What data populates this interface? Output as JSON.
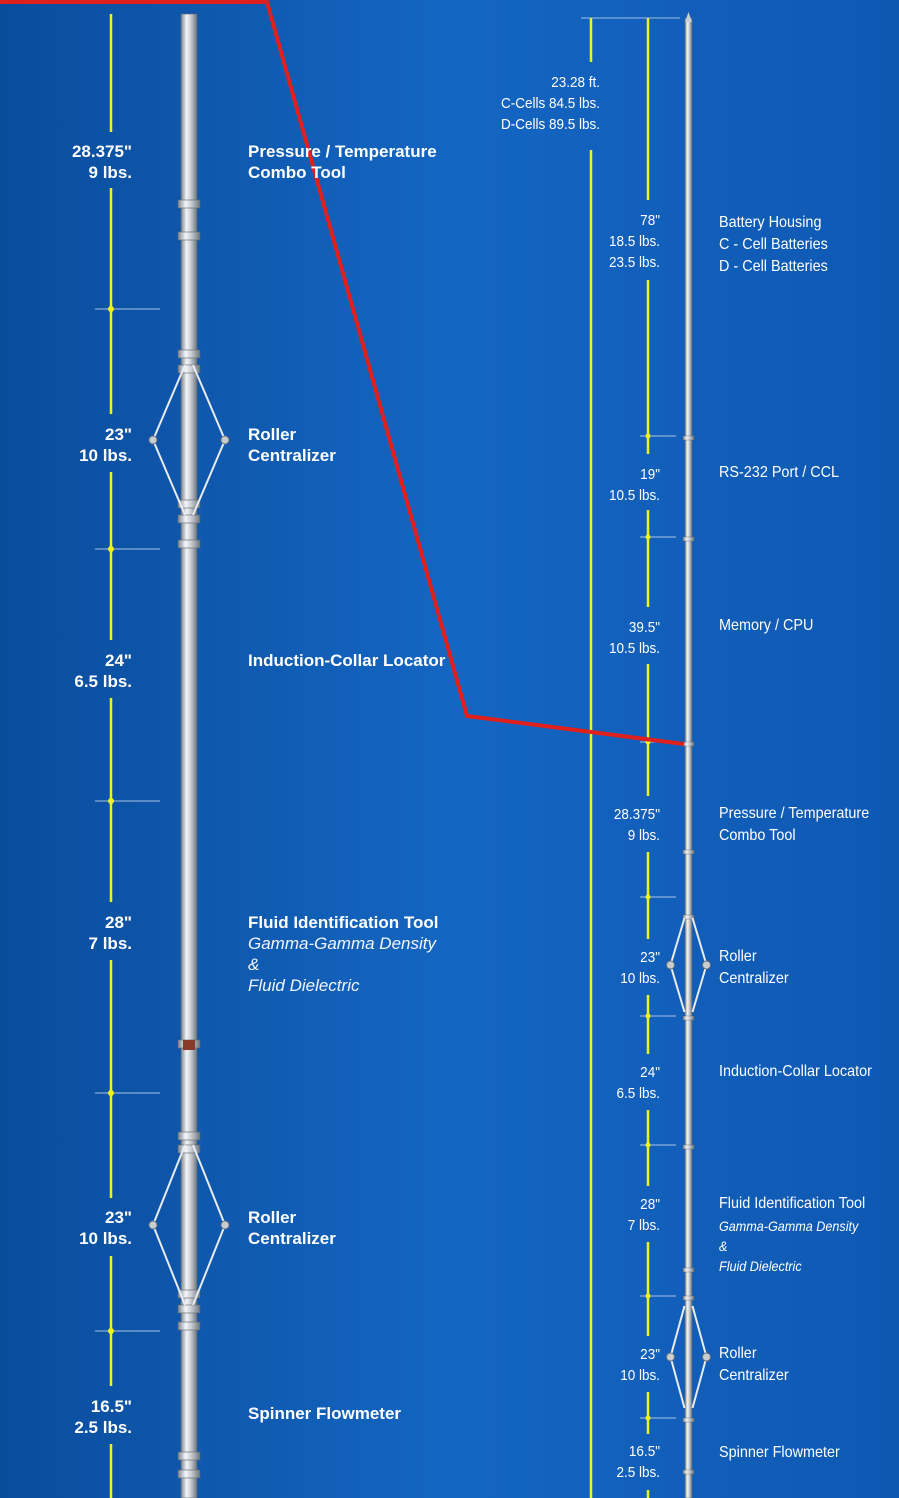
{
  "colors": {
    "background": "#1160bb",
    "dimension_line": "#f2f21a",
    "indicator_line": "#e0201c",
    "tool_body": "#d9dde2"
  },
  "left_column": {
    "sections": [
      {
        "length": "28.375\"",
        "weight": "9 lbs.",
        "name": [
          "Pressure / Temperature",
          "Combo Tool"
        ],
        "sub": []
      },
      {
        "length": "23\"",
        "weight": "10 lbs.",
        "name": [
          "Roller",
          "Centralizer"
        ],
        "sub": []
      },
      {
        "length": "24\"",
        "weight": "6.5 lbs.",
        "name": [
          "Induction-Collar Locator"
        ],
        "sub": []
      },
      {
        "length": "28\"",
        "weight": "7 lbs.",
        "name": [
          "Fluid Identification Tool"
        ],
        "sub": [
          "Gamma-Gamma Density",
          "&",
          "Fluid Dielectric"
        ]
      },
      {
        "length": "23\"",
        "weight": "10 lbs.",
        "name": [
          "Roller",
          "Centralizer"
        ],
        "sub": []
      },
      {
        "length": "16.5\"",
        "weight": "2.5 lbs.",
        "name": [
          "Spinner Flowmeter"
        ],
        "sub": []
      }
    ]
  },
  "right_column": {
    "total": [
      "23.28 ft.",
      "C-Cells 84.5 lbs.",
      "D-Cells 89.5 lbs."
    ],
    "sections": [
      {
        "measure": [
          "78\"",
          "18.5  lbs.",
          "23.5 lbs."
        ],
        "name": [
          "Battery Housing",
          "C - Cell Batteries",
          "D - Cell Batteries"
        ],
        "sub": []
      },
      {
        "measure": [
          "19\"",
          "10.5 lbs."
        ],
        "name": [
          "RS-232 Port / CCL"
        ],
        "sub": []
      },
      {
        "measure": [
          "39.5\"",
          "10.5 lbs."
        ],
        "name": [
          "Memory / CPU"
        ],
        "sub": []
      },
      {
        "measure": [
          "28.375\"",
          "9 lbs."
        ],
        "name": [
          "Pressure / Temperature",
          "Combo Tool"
        ],
        "sub": []
      },
      {
        "measure": [
          "23\"",
          "10 lbs."
        ],
        "name": [
          "Roller",
          "Centralizer"
        ],
        "sub": []
      },
      {
        "measure": [
          "24\"",
          "6.5 lbs."
        ],
        "name": [
          "Induction-Collar Locator"
        ],
        "sub": []
      },
      {
        "measure": [
          "28\"",
          "7 lbs."
        ],
        "name": [
          "Fluid Identification Tool"
        ],
        "sub": [
          "Gamma-Gamma Density",
          "&",
          "Fluid Dielectric"
        ]
      },
      {
        "measure": [
          "23\"",
          "10 lbs."
        ],
        "name": [
          "Roller",
          "Centralizer"
        ],
        "sub": []
      },
      {
        "measure": [
          "16.5\"",
          "2.5 lbs."
        ],
        "name": [
          "Spinner Flowmeter"
        ],
        "sub": []
      }
    ]
  }
}
